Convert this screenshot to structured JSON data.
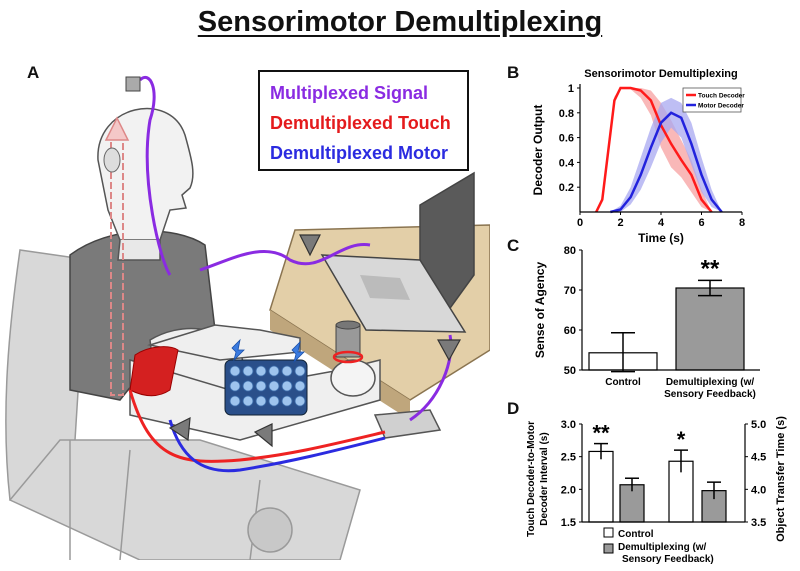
{
  "title": "Sensorimotor Demultiplexing",
  "panels": {
    "a": "A",
    "b": "B",
    "c": "C",
    "d": "D"
  },
  "legend": {
    "multiplexed": {
      "text": "Multiplexed Signal",
      "color": "#8a2be2"
    },
    "touch": {
      "text": "Demultiplexed Touch",
      "color": "#e41a1c"
    },
    "motor": {
      "text": "Demultiplexed Motor",
      "color": "#2b2be0"
    }
  },
  "chart_data": [
    {
      "type": "line",
      "title": "Sensorimotor Demultiplexing",
      "xlabel": "Time (s)",
      "ylabel": "Decoder Output",
      "xlim": [
        0,
        8
      ],
      "ylim": [
        0,
        1
      ],
      "xticks": [
        "0",
        "2",
        "4",
        "6",
        "8"
      ],
      "yticks": [
        "0.2",
        "0.4",
        "0.6",
        "0.8",
        "1"
      ],
      "legend_position": "top-right",
      "series": [
        {
          "name": "Touch Decoder",
          "color": "#ff1a1a",
          "band": "#f7a0a0",
          "x": [
            0.8,
            1.1,
            1.4,
            1.7,
            2.0,
            2.5,
            3.0,
            3.5,
            4.0,
            4.5,
            5.0,
            5.5,
            6.0,
            6.5
          ],
          "y": [
            0.0,
            0.1,
            0.5,
            0.9,
            1.0,
            1.0,
            0.98,
            0.9,
            0.7,
            0.55,
            0.42,
            0.3,
            0.1,
            0.0
          ],
          "lo": [
            0.0,
            0.08,
            0.45,
            0.88,
            0.99,
            0.99,
            0.92,
            0.78,
            0.52,
            0.36,
            0.28,
            0.16,
            0.04,
            0.0
          ],
          "hi": [
            0.0,
            0.12,
            0.55,
            0.93,
            1.0,
            1.0,
            1.0,
            0.98,
            0.88,
            0.74,
            0.58,
            0.42,
            0.18,
            0.0
          ]
        },
        {
          "name": "Motor Decoder",
          "color": "#2222dd",
          "band": "#a8a8f0",
          "x": [
            1.5,
            2.0,
            2.5,
            3.0,
            3.5,
            4.0,
            4.5,
            5.0,
            5.5,
            6.0,
            6.5,
            7.0
          ],
          "y": [
            0.0,
            0.02,
            0.12,
            0.3,
            0.52,
            0.72,
            0.8,
            0.76,
            0.55,
            0.3,
            0.1,
            0.0
          ],
          "lo": [
            0.0,
            0.0,
            0.06,
            0.18,
            0.36,
            0.56,
            0.68,
            0.6,
            0.38,
            0.16,
            0.04,
            0.0
          ],
          "hi": [
            0.0,
            0.05,
            0.2,
            0.44,
            0.68,
            0.88,
            0.92,
            0.88,
            0.72,
            0.44,
            0.18,
            0.0
          ]
        }
      ]
    },
    {
      "type": "bar",
      "ylabel": "Sense of Agency",
      "ylim": [
        50,
        80
      ],
      "yticks": [
        "50",
        "60",
        "70",
        "80"
      ],
      "categories": [
        "Control",
        "Demultiplexing (w/ Sensory Feedback)"
      ],
      "values": [
        54.3,
        70.5
      ],
      "error_lo": [
        49.6,
        68.6
      ],
      "error_hi": [
        59.3,
        72.4
      ],
      "bar_colors": [
        "#ffffff",
        "#9a9a9a"
      ],
      "annotation": "**"
    },
    {
      "type": "bar",
      "ylabel_left": "Touch Decoder-to-Motor Decoder Interval (s)",
      "ylabel_right": "Object Transfer Time (s)",
      "left_ylim": [
        1.5,
        3.0
      ],
      "left_yticks": [
        "1.5",
        "2.0",
        "2.5",
        "3.0"
      ],
      "right_ylim": [
        3.5,
        5.0
      ],
      "right_yticks": [
        "3.5",
        "4.0",
        "4.5",
        "5.0"
      ],
      "series": [
        {
          "name": "Control",
          "color": "#ffffff",
          "values": [
            2.58,
            4.43
          ],
          "err": [
            0.12,
            0.17
          ]
        },
        {
          "name": "Demultiplexing (w/ Sensory Feedback)",
          "color": "#9a9a9a",
          "values": [
            2.07,
            3.98
          ],
          "err": [
            0.1,
            0.13
          ]
        }
      ],
      "annotations": [
        "**",
        "*"
      ],
      "legend": [
        "Control",
        "Demultiplexing (w/",
        "Sensory Feedback)"
      ]
    }
  ]
}
